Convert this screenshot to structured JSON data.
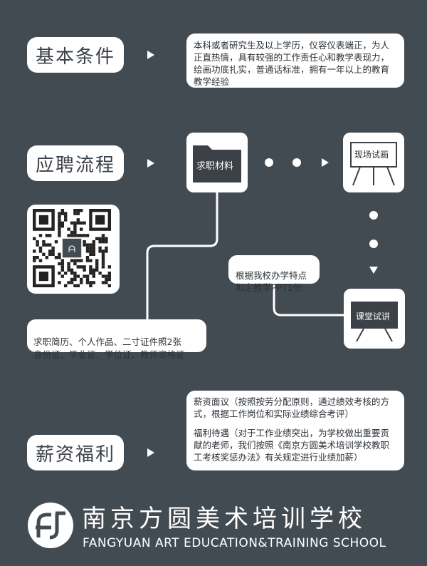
{
  "sections": {
    "basic": {
      "label": "基本条件",
      "text": "本科或者研究生及以上学历，仪容仪表端正，为人正直热情，具有较强的工作责任心和教学表现力，绘画功底扎实，普通话标准，拥有一年以上的教育教学经验"
    },
    "process": {
      "label": "应聘流程",
      "step1": "求职材料",
      "step2": "现场试画",
      "step3": "课堂试讲",
      "note": "根据我校办学特点\n拟定教学PPT1份",
      "materials": "求职简历、个人作品、二寸证件照2张\n身份证、毕业证、学位证、教师资格证"
    },
    "salary": {
      "label": "薪资福利",
      "text1": "薪资面议（按照按劳分配原则，通过绩效考核的方式，根据工作岗位和实际业绩综合考评）",
      "text2": "福利待遇（对于工作业绩突出，为学校做出重要贡献的老师，我们按照《南京方圆美术培训学校教职工考核奖惩办法》有关规定进行业绩加薪）"
    }
  },
  "footer": {
    "school_cn": "南京方圆美术培训学校",
    "school_en": "FANGYUAN ART EDUCATION&TRAINING SCHOOL"
  },
  "colors": {
    "background": "#434b52",
    "card": "#ffffff",
    "board": "#3c4147"
  },
  "icons": [
    "folder-icon",
    "easel-icon",
    "blackboard-icon",
    "qr-code",
    "logo-icon"
  ]
}
